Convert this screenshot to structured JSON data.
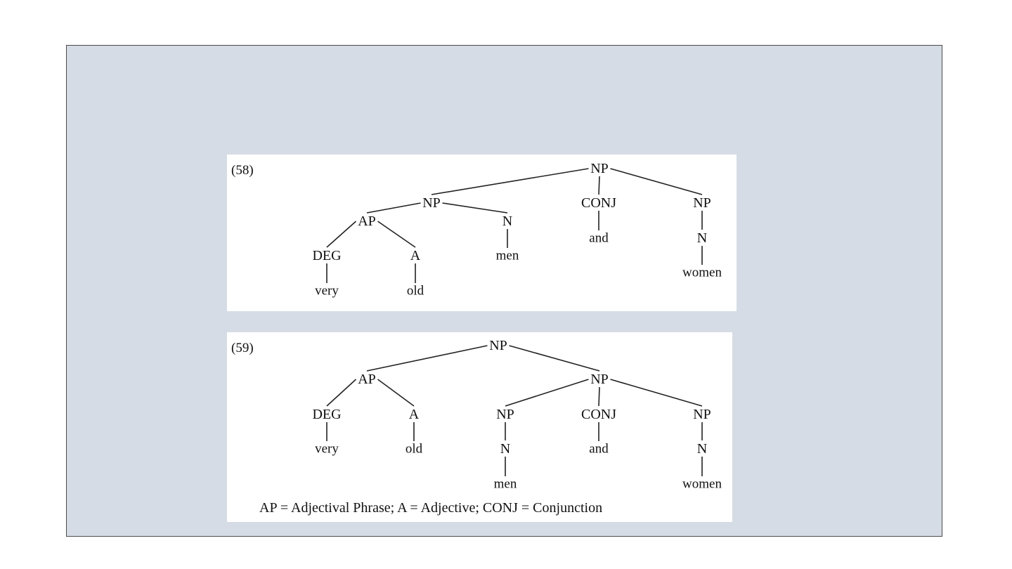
{
  "diagrams": [
    {
      "id": "58",
      "number": "(58)",
      "nodes": [
        {
          "id": "np_root",
          "label": "NP",
          "kind": "category"
        },
        {
          "id": "np_left",
          "label": "NP",
          "kind": "category"
        },
        {
          "id": "conj",
          "label": "CONJ",
          "kind": "category"
        },
        {
          "id": "np_right",
          "label": "NP",
          "kind": "category"
        },
        {
          "id": "ap",
          "label": "AP",
          "kind": "category"
        },
        {
          "id": "n_men",
          "label": "N",
          "kind": "category"
        },
        {
          "id": "deg",
          "label": "DEG",
          "kind": "category"
        },
        {
          "id": "a",
          "label": "A",
          "kind": "category"
        },
        {
          "id": "w_very",
          "label": "very",
          "kind": "word"
        },
        {
          "id": "w_old",
          "label": "old",
          "kind": "word"
        },
        {
          "id": "w_men",
          "label": "men",
          "kind": "word"
        },
        {
          "id": "w_and",
          "label": "and",
          "kind": "word"
        },
        {
          "id": "n_women",
          "label": "N",
          "kind": "category"
        },
        {
          "id": "w_women",
          "label": "women",
          "kind": "word"
        }
      ],
      "edges": [
        [
          "np_root",
          "np_left"
        ],
        [
          "np_root",
          "conj"
        ],
        [
          "np_root",
          "np_right"
        ],
        [
          "np_left",
          "ap"
        ],
        [
          "np_left",
          "n_men"
        ],
        [
          "ap",
          "deg"
        ],
        [
          "ap",
          "a"
        ],
        [
          "deg",
          "w_very"
        ],
        [
          "a",
          "w_old"
        ],
        [
          "n_men",
          "w_men"
        ],
        [
          "conj",
          "w_and"
        ],
        [
          "np_right",
          "n_women"
        ],
        [
          "n_women",
          "w_women"
        ]
      ]
    },
    {
      "id": "59",
      "number": "(59)",
      "nodes": [
        {
          "id": "np_root",
          "label": "NP",
          "kind": "category"
        },
        {
          "id": "ap",
          "label": "AP",
          "kind": "category"
        },
        {
          "id": "np_coord",
          "label": "NP",
          "kind": "category"
        },
        {
          "id": "deg",
          "label": "DEG",
          "kind": "category"
        },
        {
          "id": "a",
          "label": "A",
          "kind": "category"
        },
        {
          "id": "np_men",
          "label": "NP",
          "kind": "category"
        },
        {
          "id": "conj",
          "label": "CONJ",
          "kind": "category"
        },
        {
          "id": "np_women",
          "label": "NP",
          "kind": "category"
        },
        {
          "id": "w_very",
          "label": "very",
          "kind": "word"
        },
        {
          "id": "w_old",
          "label": "old",
          "kind": "word"
        },
        {
          "id": "n_men",
          "label": "N",
          "kind": "category"
        },
        {
          "id": "w_and",
          "label": "and",
          "kind": "word"
        },
        {
          "id": "n_women",
          "label": "N",
          "kind": "category"
        },
        {
          "id": "w_men",
          "label": "men",
          "kind": "word"
        },
        {
          "id": "w_women",
          "label": "women",
          "kind": "word"
        }
      ],
      "edges": [
        [
          "np_root",
          "ap"
        ],
        [
          "np_root",
          "np_coord"
        ],
        [
          "ap",
          "deg"
        ],
        [
          "ap",
          "a"
        ],
        [
          "deg",
          "w_very"
        ],
        [
          "a",
          "w_old"
        ],
        [
          "np_coord",
          "np_men"
        ],
        [
          "np_coord",
          "conj"
        ],
        [
          "np_coord",
          "np_women"
        ],
        [
          "np_men",
          "n_men"
        ],
        [
          "n_men",
          "w_men"
        ],
        [
          "conj",
          "w_and"
        ],
        [
          "np_women",
          "n_women"
        ],
        [
          "n_women",
          "w_women"
        ]
      ]
    }
  ],
  "legend": "AP = Adjectival Phrase; A = Adjective; CONJ = Conjunction"
}
